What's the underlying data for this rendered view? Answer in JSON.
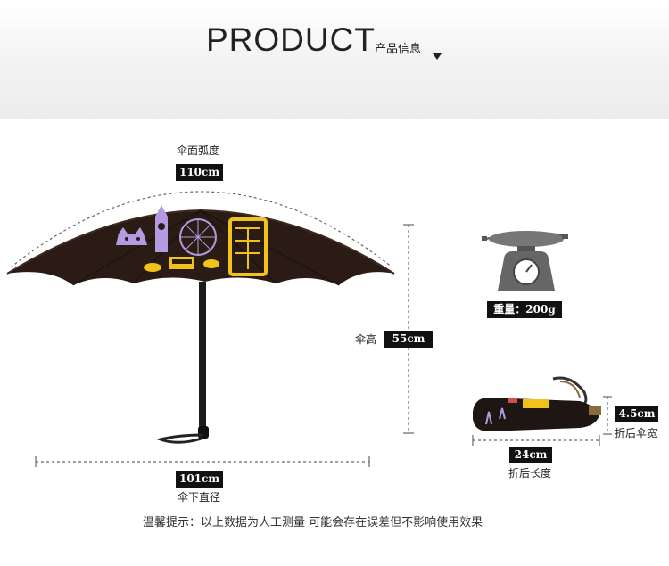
{
  "header": {
    "title": "PRODUCT",
    "subtitle": "产品信息"
  },
  "dimensions": {
    "arc": {
      "label": "伞面弧度",
      "value": "110cm"
    },
    "height": {
      "label": "伞高",
      "value": "55cm"
    },
    "diameter": {
      "label": "伞下直径",
      "value": "101cm"
    },
    "weight": {
      "label": "重量",
      "value": "200g",
      "text": "重量：200g"
    },
    "folded_length": {
      "label": "折后长度",
      "value": "24cm"
    },
    "folded_width": {
      "label": "折后伞宽",
      "value": "4.5cm"
    }
  },
  "note": "温馨提示：以上数据为人工测量 可能会存在误差但不影响使用效果",
  "colors": {
    "canopy": "#2a1c14",
    "print_purple": "#b49ae0",
    "print_yellow": "#f2c21c",
    "tag_bg": "#111111"
  }
}
